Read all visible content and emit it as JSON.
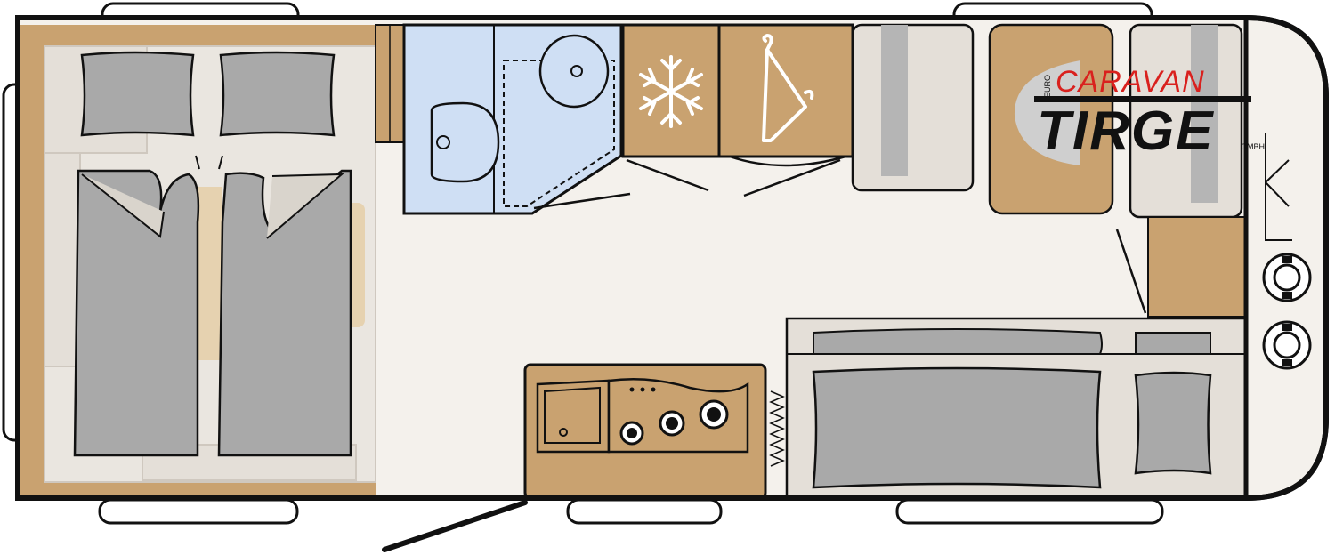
{
  "logo": {
    "word_top": "CARAVAN",
    "word_main": "TIRGE",
    "prefix_small": "EURO",
    "suffix_small": "GMBH"
  },
  "colors": {
    "outline": "#111111",
    "wood": "#c9a270",
    "floor": "#f4f1ec",
    "cushion": "#e4dfd8",
    "pillow": "#a9a9a9",
    "bathroom": "#cfdff4",
    "logo_red": "#d9211e"
  },
  "icons": [
    "snowflake-icon",
    "coat-hanger-icon",
    "sink-icon",
    "stove-burner-icon",
    "wheel-icon"
  ]
}
